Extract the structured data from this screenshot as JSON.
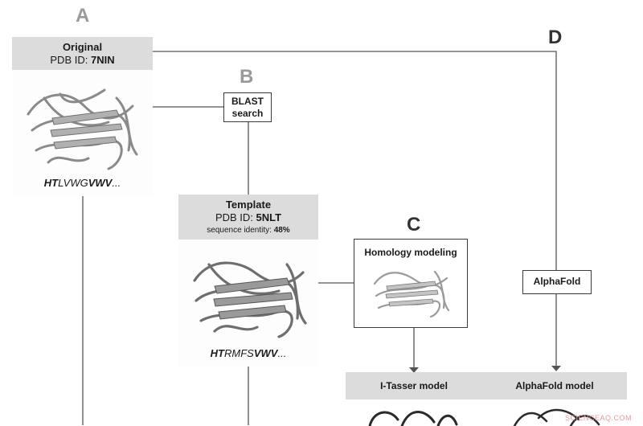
{
  "panels": {
    "a": "A",
    "b": "B",
    "c": "C",
    "d": "D"
  },
  "colors": {
    "header_fill": "#dcdcdc",
    "line": "#555555",
    "letter_gray": "#9a9a9a",
    "letter_dark": "#333333"
  },
  "original": {
    "title": "Original",
    "pdb_prefix": "PDB ID: ",
    "pdb_id": "7NIN",
    "seq_bold_start": "HT",
    "seq_mid": "LVWG",
    "seq_bold_end": "VWV",
    "seq_suffix": "..."
  },
  "blast": {
    "line1": "BLAST",
    "line2": "search"
  },
  "template": {
    "title": "Template",
    "pdb_prefix": "PDB ID: ",
    "pdb_id": "5NLT",
    "identity_prefix": "sequence identity: ",
    "identity": "48%",
    "seq_bold_start": "HT",
    "seq_mid": "RMFS",
    "seq_bold_end": "VWV",
    "seq_suffix": "..."
  },
  "homology": {
    "label": "Homology modeling"
  },
  "alphafold": {
    "label": "AlphaFold"
  },
  "models": {
    "itasser": "I-Tasser model",
    "alphafold": "AlphaFold model"
  },
  "watermark": "SCIENCEAQ.COM"
}
